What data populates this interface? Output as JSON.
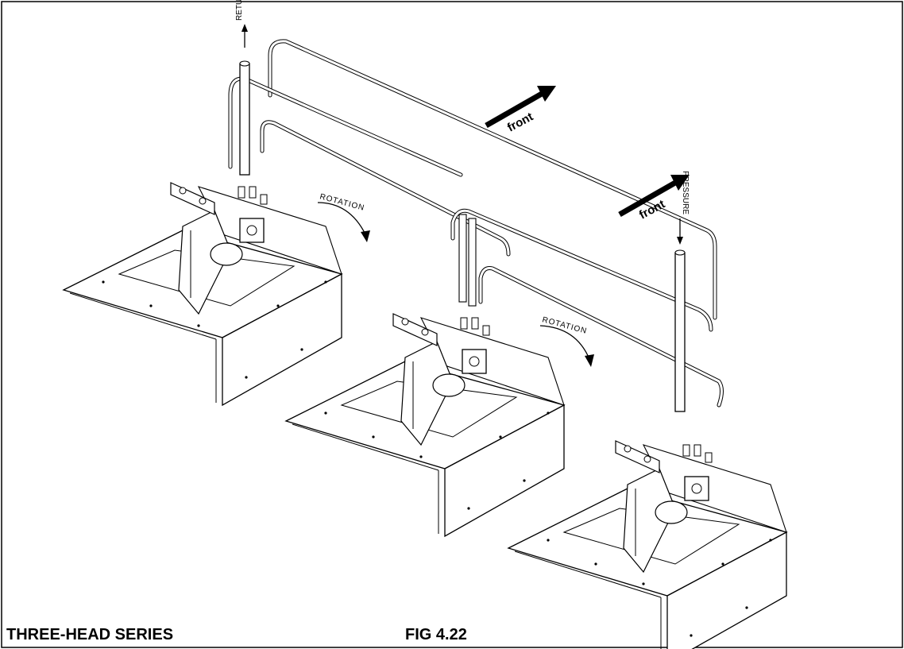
{
  "labels": {
    "return": "RETURN",
    "pressure": "PRESSURE",
    "front": "front",
    "rotation": "ROTATION"
  },
  "caption": {
    "series": "THREE-HEAD SERIES",
    "figure": "FIG 4.22"
  }
}
